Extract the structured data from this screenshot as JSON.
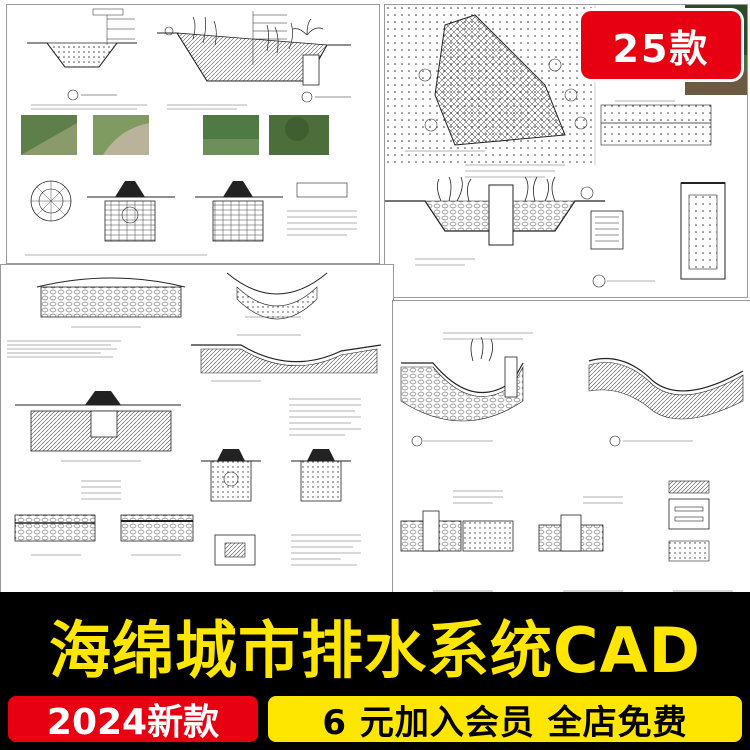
{
  "badge": {
    "count_label": "25款"
  },
  "banner": {
    "title": "海绵城市排水系统CAD",
    "year_label": "2024新款",
    "promo_label": "6 元加入会员  全店免费"
  },
  "colors": {
    "badge_bg": "#e60012",
    "title_text": "#ffe600",
    "banner_bg": "#000000",
    "promo_bg": "#ffe600",
    "year_bg": "#e60012"
  },
  "drawings": {
    "sheet_top_left": "cad-sheet-bioretention-sections",
    "sheet_top_right": "cad-sheet-rain-garden-plan",
    "sheet_mid_left": "cad-sheet-swale-details",
    "sheet_mid_right": "cad-sheet-planting-sections"
  }
}
